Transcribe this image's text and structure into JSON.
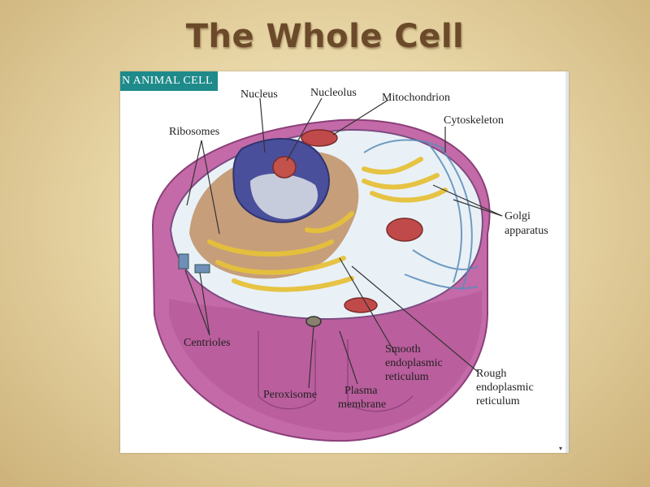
{
  "slide": {
    "title": "The Whole Cell"
  },
  "figure": {
    "tag": "N ANIMAL CELL",
    "labels": {
      "nucleus": "Nucleus",
      "nucleolus": "Nucleolus",
      "mitochondrion": "Mitochondrion",
      "ribosomes": "Ribosomes",
      "cytoskeleton": "Cytoskeleton",
      "golgi_1": "Golgi",
      "golgi_2": "apparatus",
      "centrioles": "Centrioles",
      "smooth_er_1": "Smooth",
      "smooth_er_2": "endoplasmic",
      "smooth_er_3": "reticulum",
      "rough_er_1": "Rough",
      "rough_er_2": "endoplasmic",
      "rough_er_3": "reticulum",
      "peroxisome": "Peroxisome",
      "plasma_1": "Plasma",
      "plasma_2": "membrane"
    },
    "colors": {
      "membrane": "#c46aa8",
      "cytoplasm": "#e9f1f7",
      "nucleus": "#4a4f9c",
      "nucleolus": "#c2524a",
      "er": "#e6c13a",
      "cytoskeleton": "#5b8db8",
      "mitochondrion": "#c04a4a"
    }
  }
}
